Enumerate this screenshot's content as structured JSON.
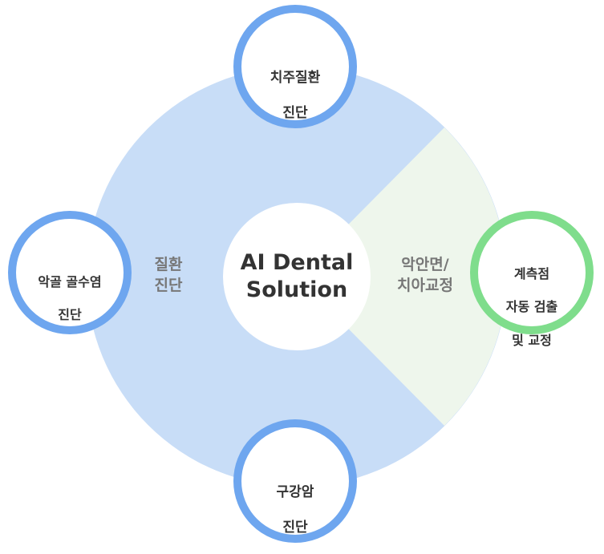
{
  "colors": {
    "disease_sector": "#c8ddf7",
    "ortho_sector": "#eef6ec",
    "blue_ring": "#6ea6ef",
    "green_ring": "#7fdd8c",
    "center_fill": "#ffffff",
    "text_dark": "#333333",
    "text_muted": "#777777"
  },
  "center": {
    "line1": "AI Dental",
    "line2": "Solution"
  },
  "sectors": {
    "disease": {
      "line1": "질환",
      "line2": "진단"
    },
    "orthodontics": {
      "line1": "악안면/",
      "line2": "치아교정"
    }
  },
  "nodes": {
    "top": {
      "line1": "치주질환",
      "line2": "진단"
    },
    "left": {
      "line1": "악골 골수염",
      "line2": "진단"
    },
    "bottom": {
      "line1": "구강암",
      "line2": "진단"
    },
    "right": {
      "line1": "계측점",
      "line2": "자동 검출",
      "line3": "및 교정"
    }
  }
}
